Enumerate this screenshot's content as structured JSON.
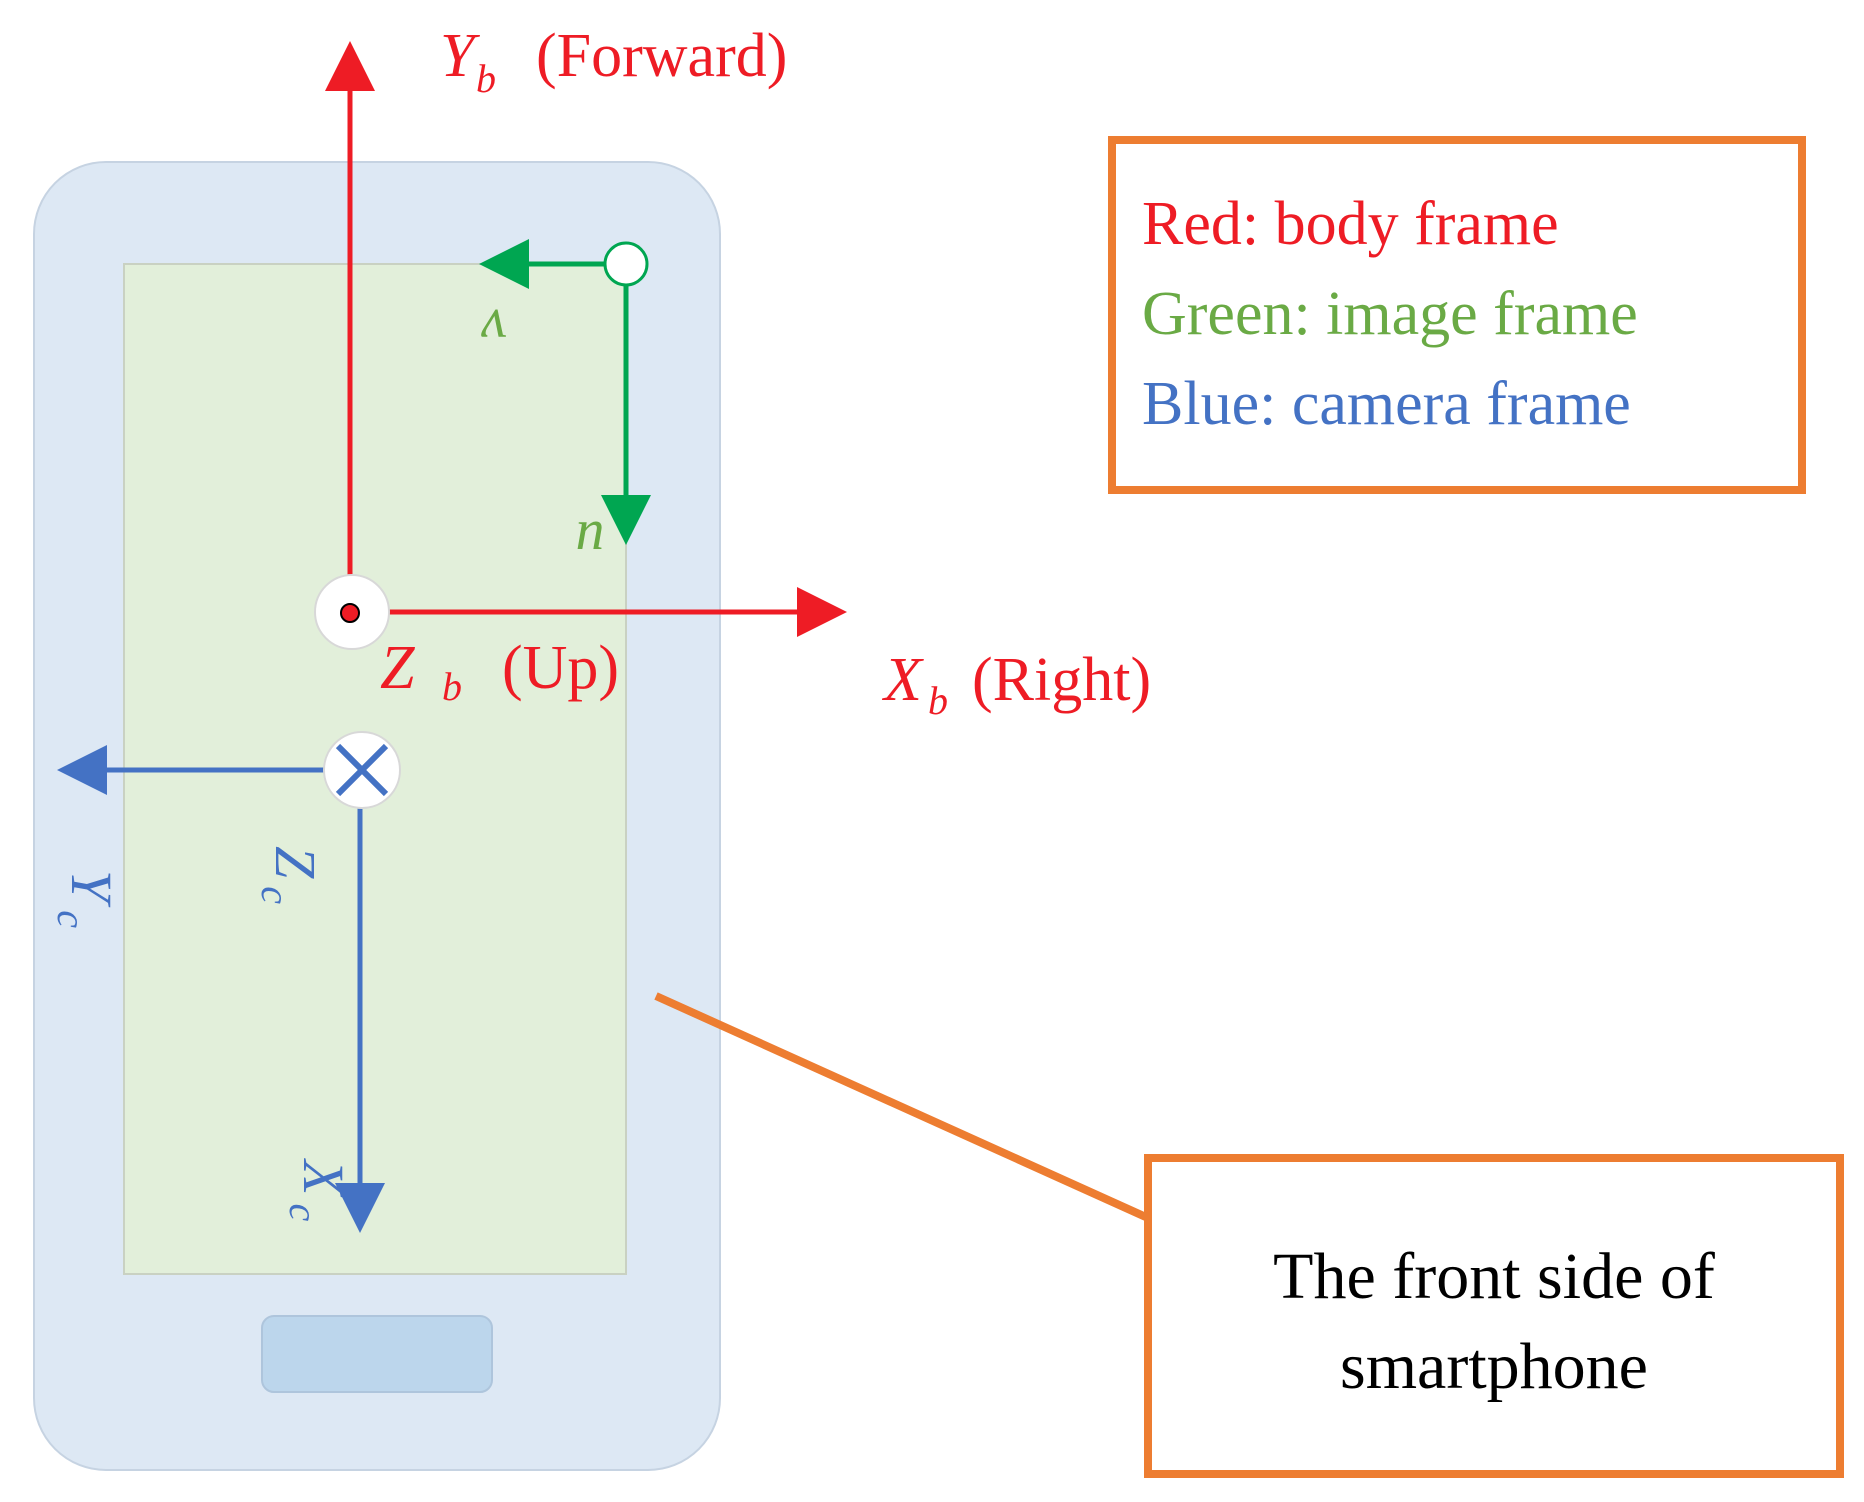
{
  "colors": {
    "body_frame": "#ee1c25",
    "image_frame": "#00a651",
    "image_label": "#6aaa45",
    "camera_frame": "#4472c4",
    "callout_border": "#ed7d31",
    "phone_body": "#dde8f4",
    "phone_screen": "#e2efda",
    "phone_button": "#bcd6ec"
  },
  "body_axes": {
    "y_symbol": "Y",
    "y_subscript": "b",
    "y_name": "(Forward)",
    "x_symbol": "X",
    "x_subscript": "b",
    "x_name": "(Right)",
    "z_symbol": "Z",
    "z_subscript": "b",
    "z_name": "(Up)"
  },
  "image_axes": {
    "u_label": "u",
    "v_label": "v"
  },
  "camera_axes": {
    "x_symbol": "X",
    "x_subscript": "c",
    "y_symbol": "Y",
    "y_subscript": "c",
    "z_symbol": "Z",
    "z_subscript": "c"
  },
  "legend": {
    "red": "Red: body frame",
    "green": "Green: image frame",
    "blue": "Blue: camera frame"
  },
  "callout": {
    "line1": "The front side of",
    "line2": "smartphone"
  }
}
